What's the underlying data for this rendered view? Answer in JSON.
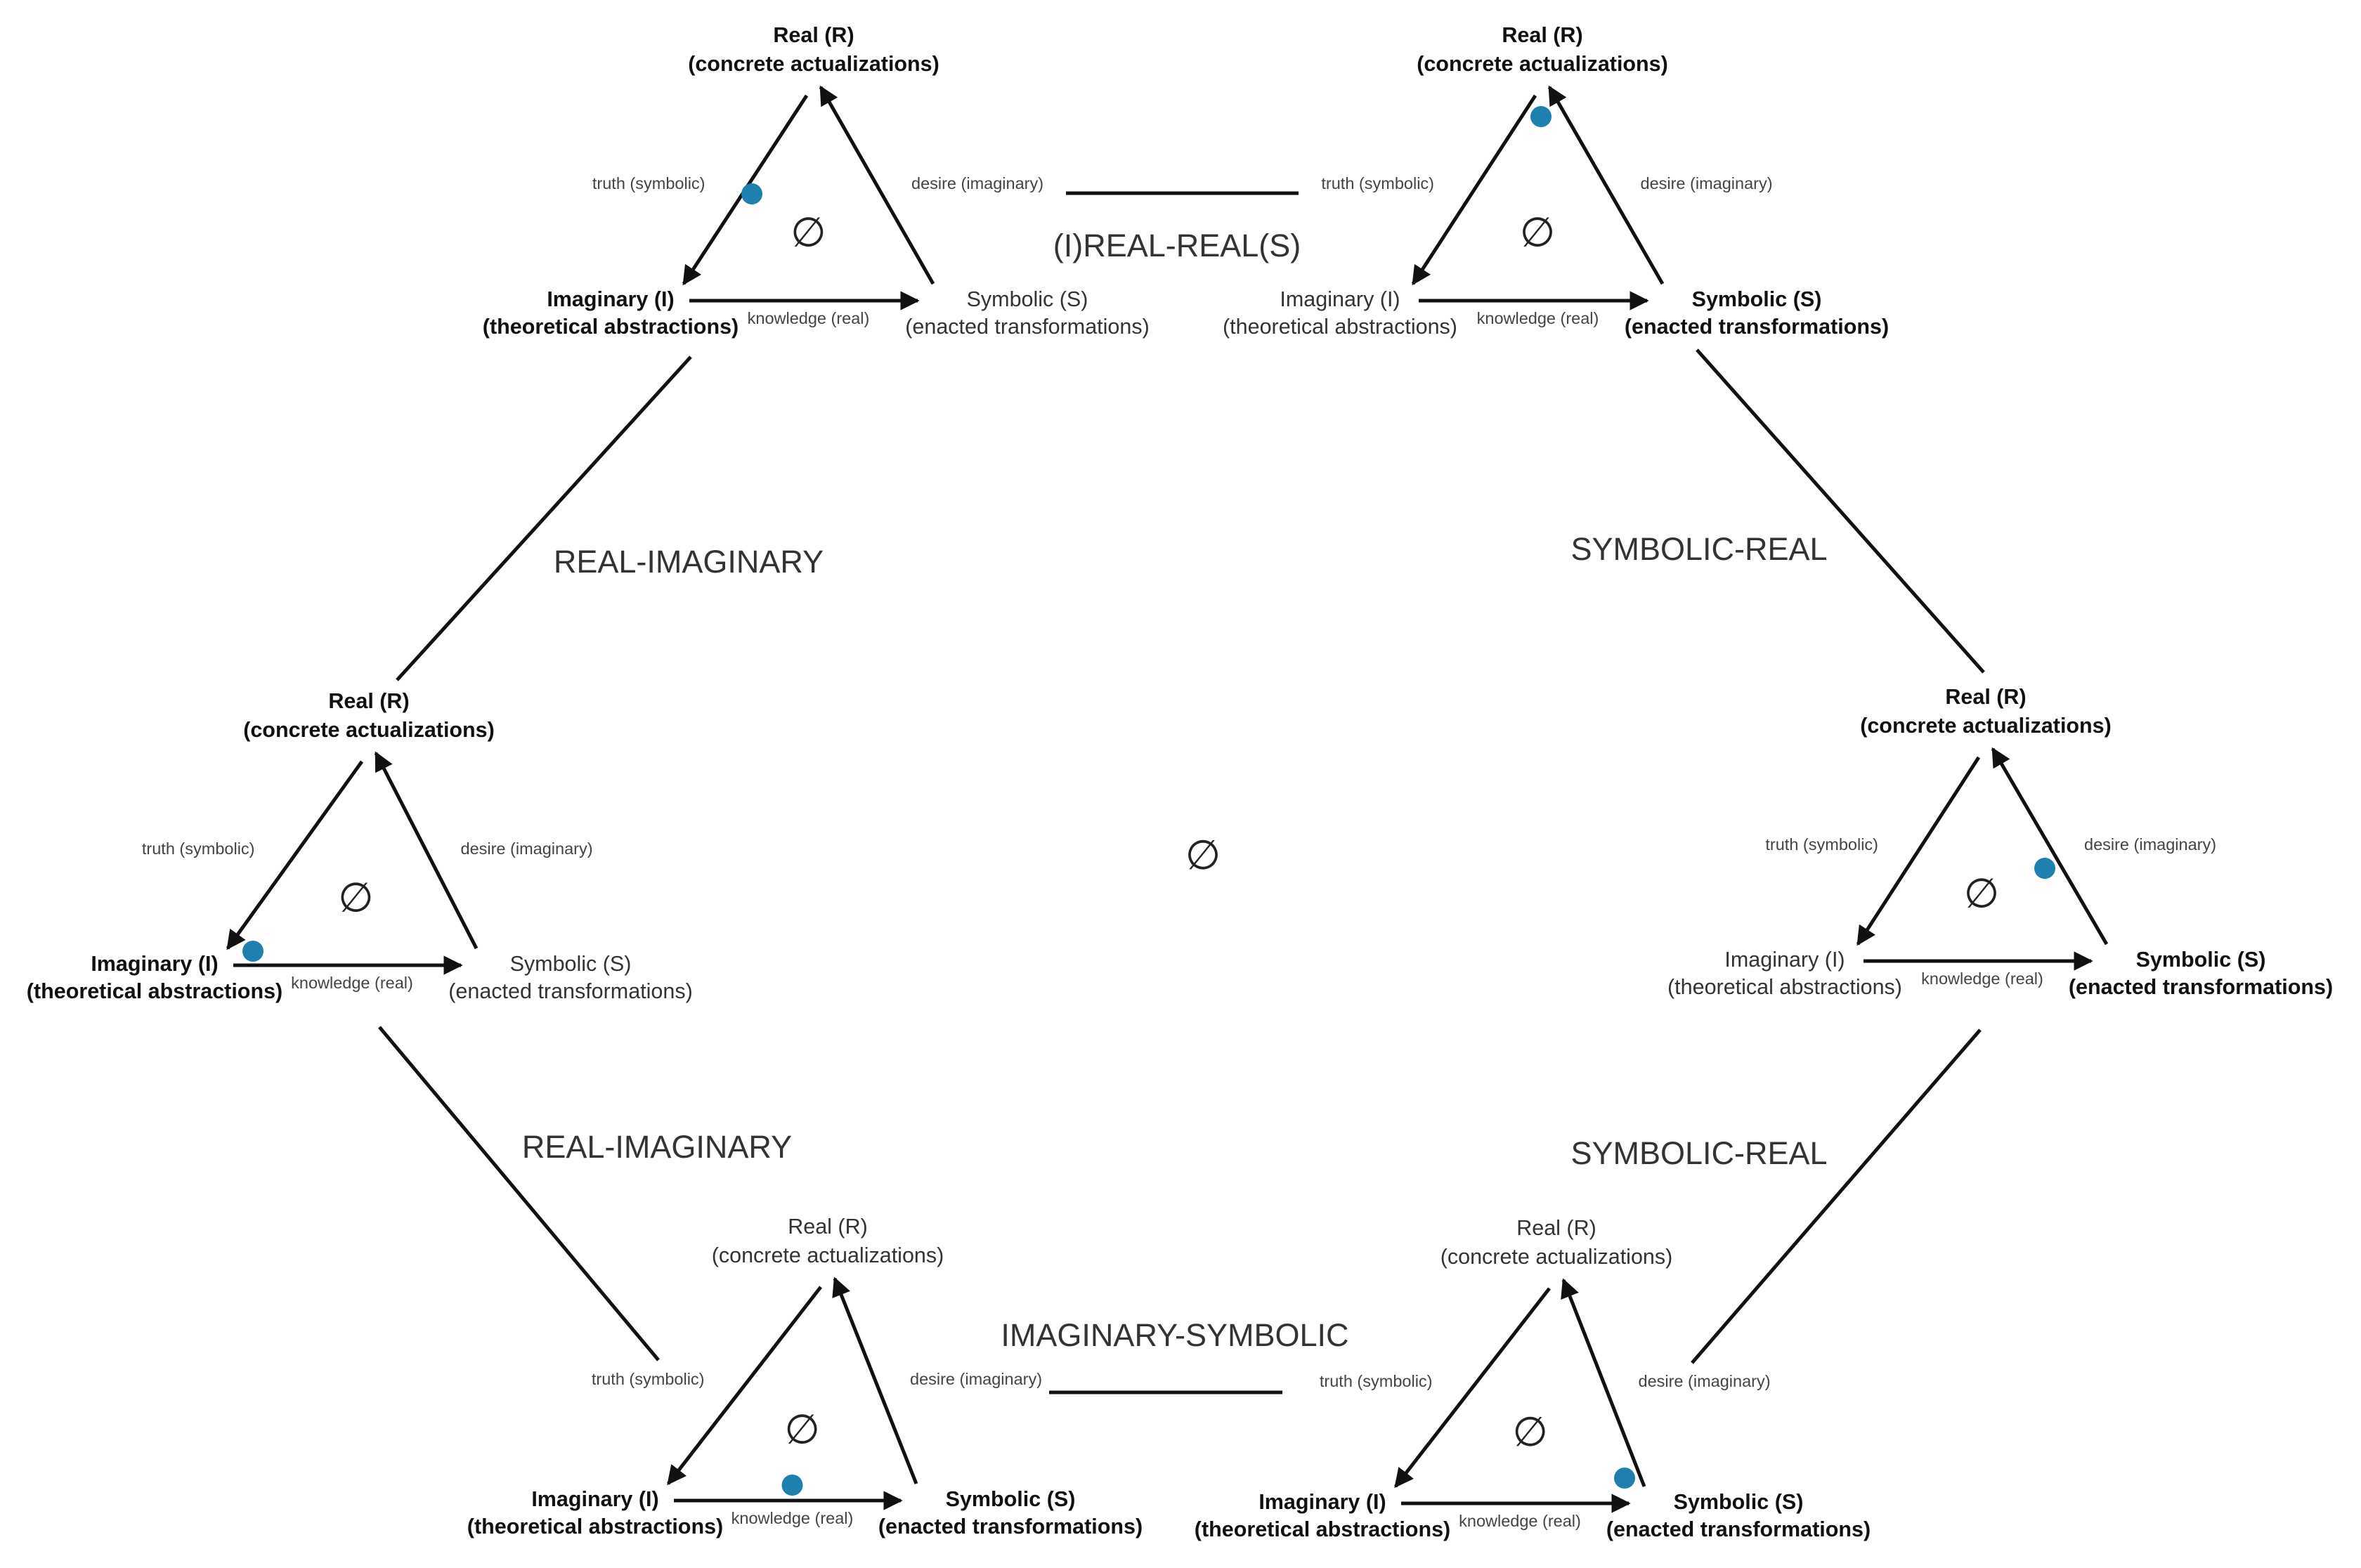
{
  "accent_color": "#1f7fae",
  "stroke_color": "#111111",
  "center_symbol": "∅",
  "triangles": [
    {
      "id": "top-left",
      "real": {
        "title": "Real (R)",
        "subtitle": "(concrete actualizations)",
        "bold": true
      },
      "imaginary": {
        "title": "Imaginary (I)",
        "subtitle": "(theoretical abstractions)",
        "bold": true
      },
      "symbolic": {
        "title": "Symbolic (S)",
        "subtitle": "(enacted transformations)",
        "bold": false
      },
      "truth": "truth (symbolic)",
      "desire": "desire (imaginary)",
      "knowledge": "knowledge (real)",
      "empty_set": "∅",
      "dot_position": "truth-side"
    },
    {
      "id": "top-right",
      "real": {
        "title": "Real (R)",
        "subtitle": "(concrete actualizations)",
        "bold": true
      },
      "imaginary": {
        "title": "Imaginary (I)",
        "subtitle": "(theoretical abstractions)",
        "bold": false
      },
      "symbolic": {
        "title": "Symbolic (S)",
        "subtitle": "(enacted transformations)",
        "bold": true
      },
      "truth": "truth (symbolic)",
      "desire": "desire (imaginary)",
      "knowledge": "knowledge (real)",
      "empty_set": "∅",
      "dot_position": "real-apex"
    },
    {
      "id": "middle-left",
      "real": {
        "title": "Real (R)",
        "subtitle": "(concrete actualizations)",
        "bold": true
      },
      "imaginary": {
        "title": "Imaginary (I)",
        "subtitle": "(theoretical abstractions)",
        "bold": true
      },
      "symbolic": {
        "title": "Symbolic (S)",
        "subtitle": "(enacted transformations)",
        "bold": false
      },
      "truth": "truth (symbolic)",
      "desire": "desire (imaginary)",
      "knowledge": "knowledge (real)",
      "empty_set": "∅",
      "dot_position": "imaginary-vertex"
    },
    {
      "id": "middle-right",
      "real": {
        "title": "Real (R)",
        "subtitle": "(concrete actualizations)",
        "bold": true
      },
      "imaginary": {
        "title": "Imaginary (I)",
        "subtitle": "(theoretical abstractions)",
        "bold": false
      },
      "symbolic": {
        "title": "Symbolic (S)",
        "subtitle": "(enacted transformations)",
        "bold": true
      },
      "truth": "truth (symbolic)",
      "desire": "desire (imaginary)",
      "knowledge": "knowledge (real)",
      "empty_set": "∅",
      "dot_position": "desire-side"
    },
    {
      "id": "bottom-left",
      "real": {
        "title": "Real (R)",
        "subtitle": "(concrete actualizations)",
        "bold": false
      },
      "imaginary": {
        "title": "Imaginary (I)",
        "subtitle": "(theoretical abstractions)",
        "bold": true
      },
      "symbolic": {
        "title": "Symbolic (S)",
        "subtitle": "(enacted transformations)",
        "bold": true
      },
      "truth": "truth (symbolic)",
      "desire": "desire (imaginary)",
      "knowledge": "knowledge (real)",
      "empty_set": "∅",
      "dot_position": "knowledge-side"
    },
    {
      "id": "bottom-right",
      "real": {
        "title": "Real (R)",
        "subtitle": "(concrete actualizations)",
        "bold": false
      },
      "imaginary": {
        "title": "Imaginary (I)",
        "subtitle": "(theoretical abstractions)",
        "bold": true
      },
      "symbolic": {
        "title": "Symbolic (S)",
        "subtitle": "(enacted transformations)",
        "bold": true
      },
      "truth": "truth (symbolic)",
      "desire": "desire (imaginary)",
      "knowledge": "knowledge (real)",
      "empty_set": "∅",
      "dot_position": "symbolic-vertex"
    }
  ],
  "connectors": [
    {
      "id": "top",
      "label": "(I)REAL-REAL(S)"
    },
    {
      "id": "upper-left",
      "label": "REAL-IMAGINARY"
    },
    {
      "id": "upper-right",
      "label": "SYMBOLIC-REAL"
    },
    {
      "id": "lower-left",
      "label": "REAL-IMAGINARY"
    },
    {
      "id": "lower-right",
      "label": "SYMBOLIC-REAL"
    },
    {
      "id": "bottom",
      "label": "IMAGINARY-SYMBOLIC"
    }
  ]
}
